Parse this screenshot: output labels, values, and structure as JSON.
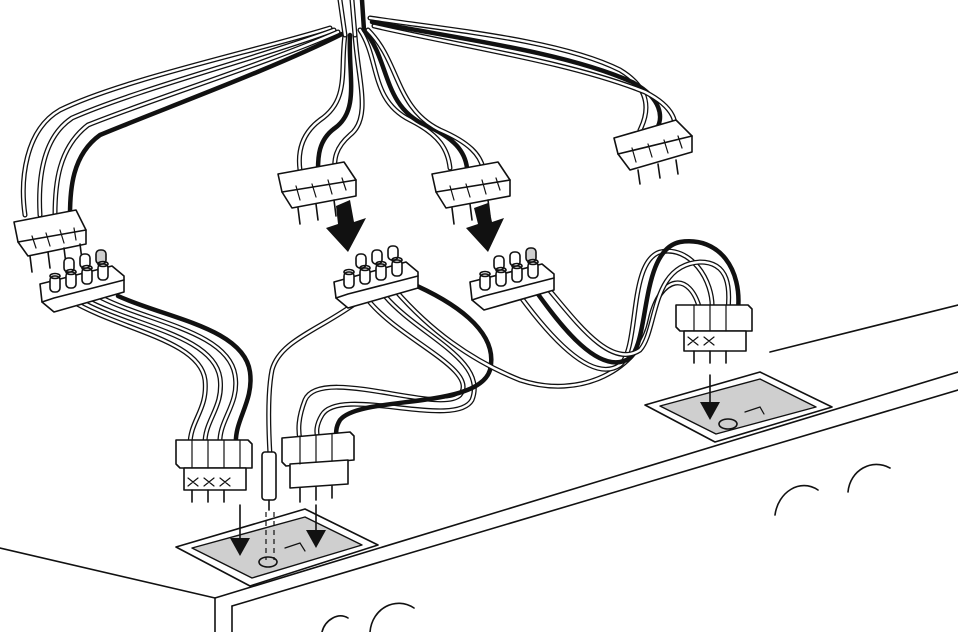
{
  "colors": {
    "outline": "#111111",
    "plate_shade": "#cfcfcf",
    "background": "#ffffff",
    "arrow": "#111111"
  },
  "components": {
    "female_plugs": [
      "plug-left",
      "plug-center-left",
      "plug-center-right",
      "plug-right"
    ],
    "terminal_blocks": [
      "terminal-block-left",
      "terminal-block-center",
      "terminal-block-right"
    ],
    "pin_headers": [
      "pin-header-left",
      "pin-header-middle",
      "pin-header-right"
    ],
    "mounting_plates": [
      "mounting-plate-left",
      "mounting-plate-right"
    ]
  }
}
